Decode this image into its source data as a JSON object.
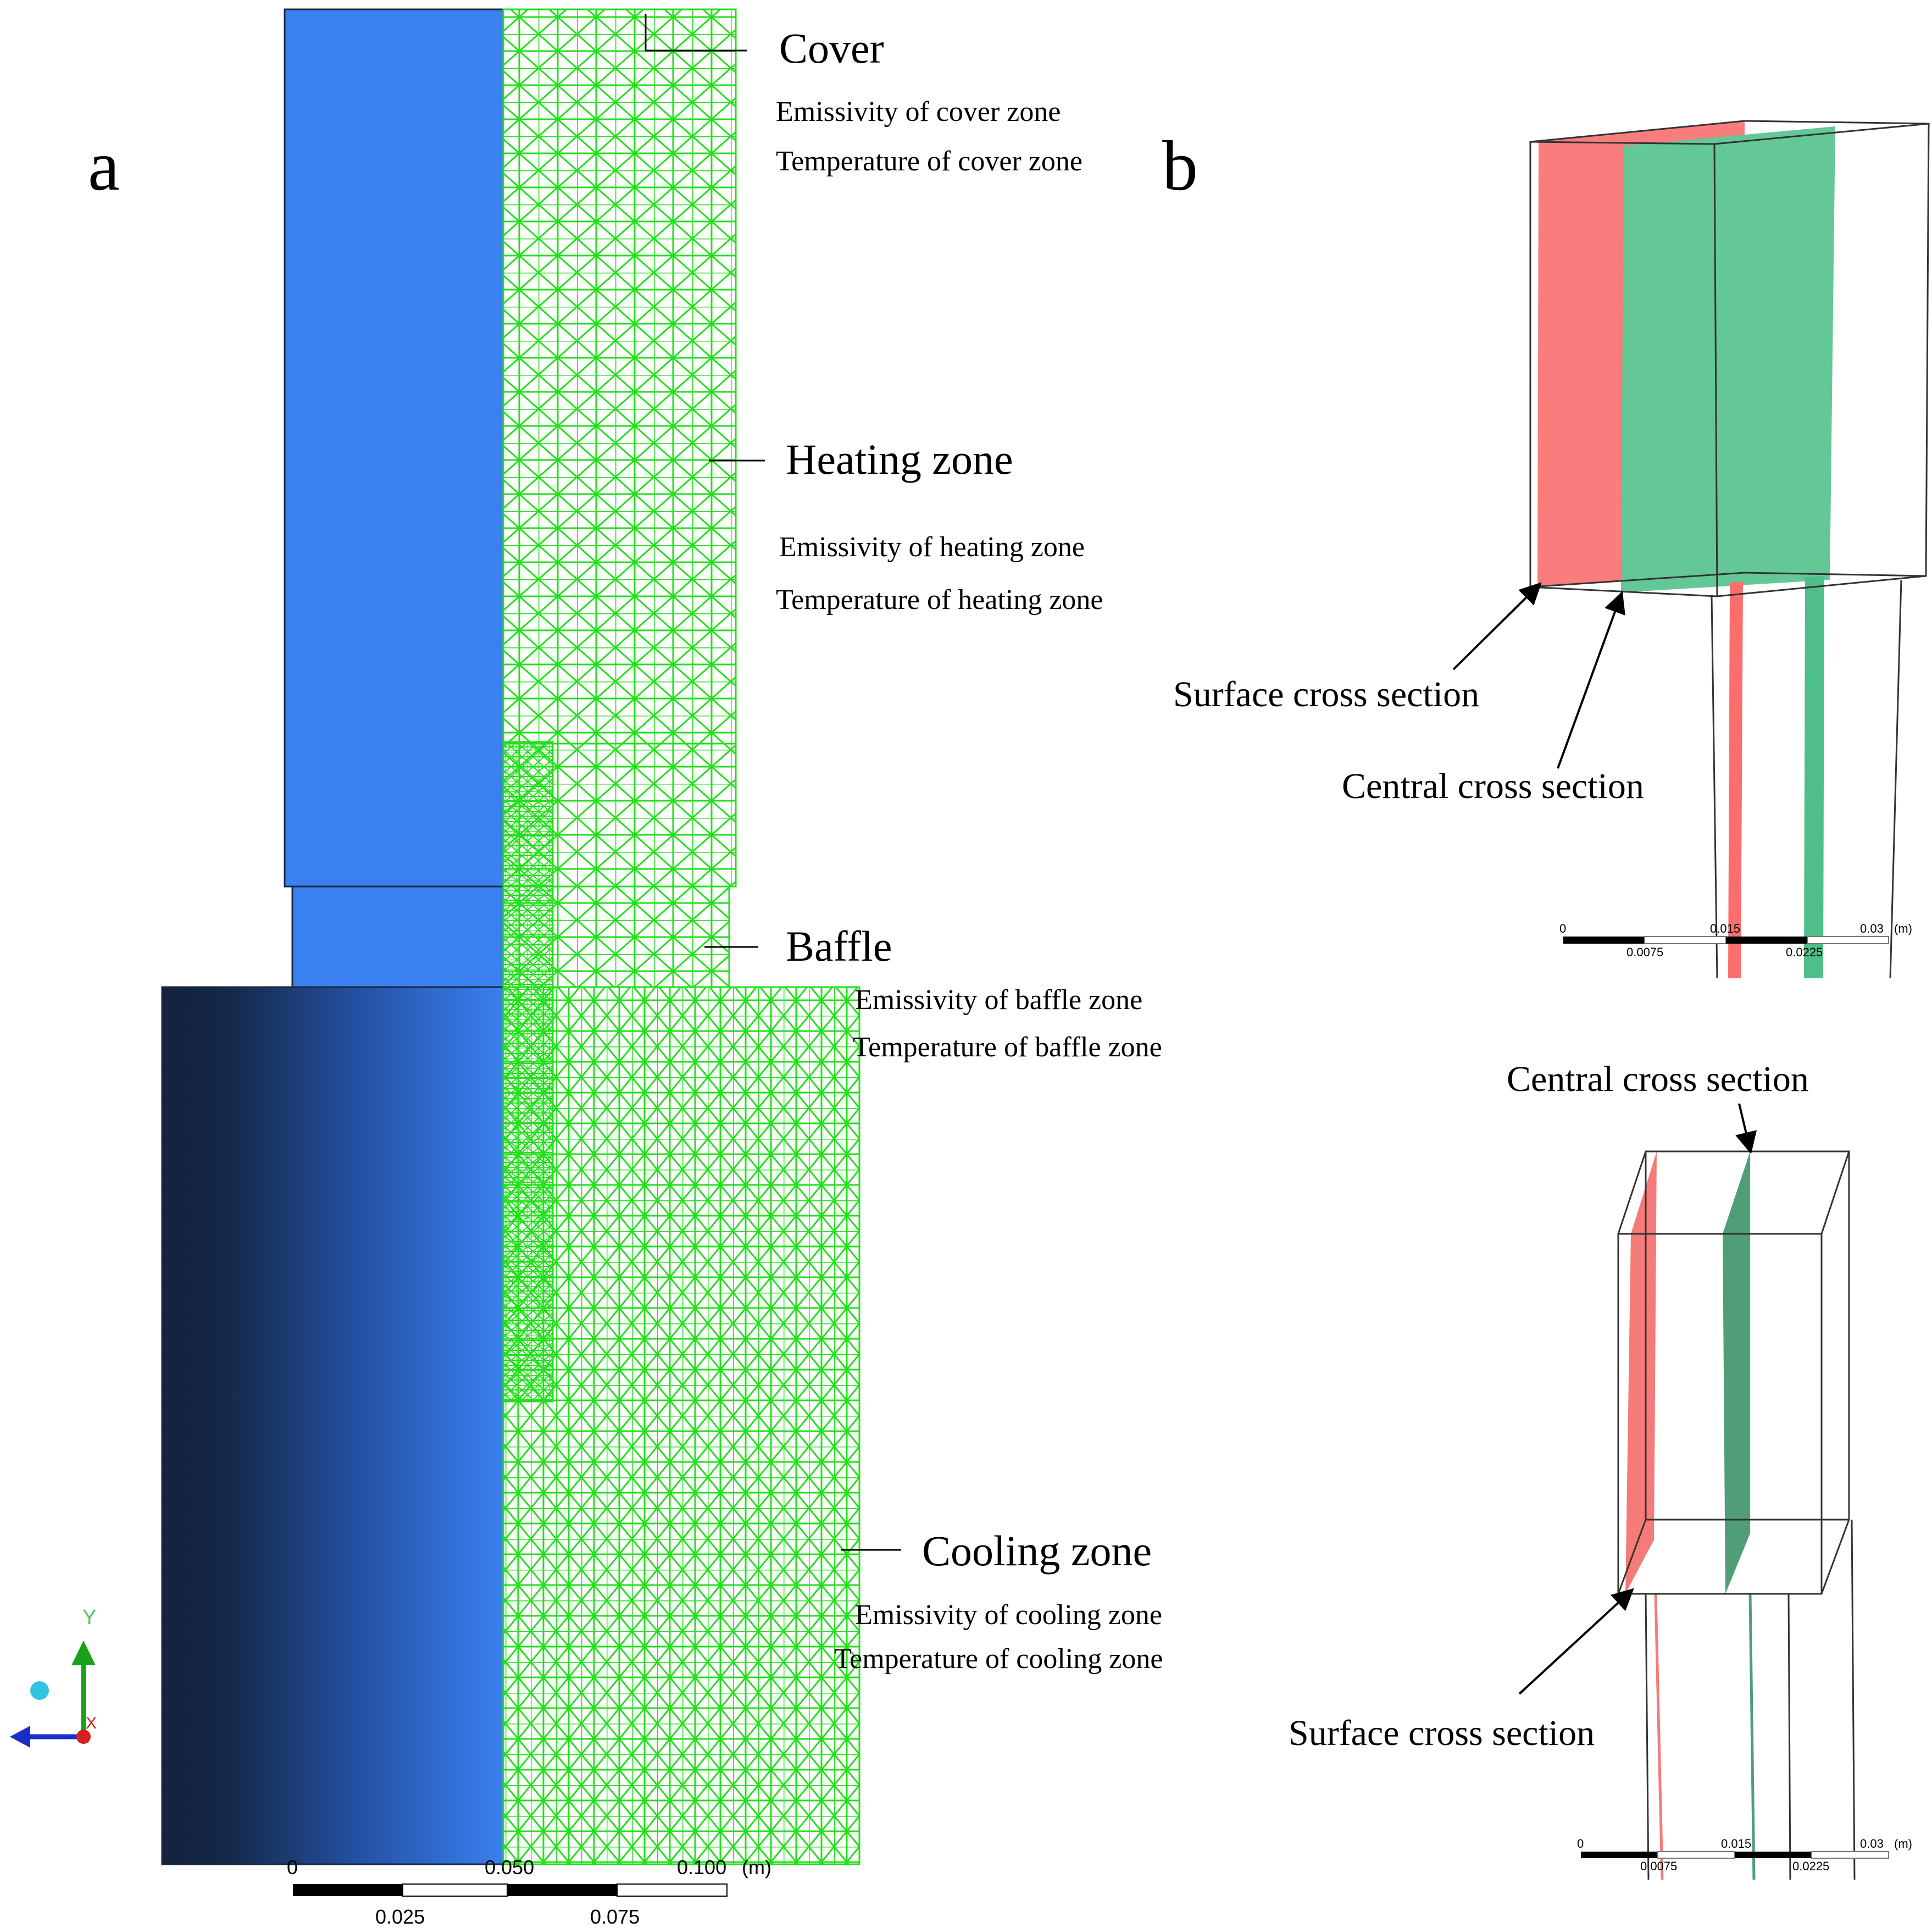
{
  "panels": {
    "a": {
      "letter": "a",
      "zones": [
        {
          "title": "Cover",
          "lines": [
            "Emissivity of cover zone",
            "Temperature of cover zone"
          ]
        },
        {
          "title": "Heating zone",
          "lines": [
            "Emissivity of heating zone",
            "Temperature of heating zone"
          ]
        },
        {
          "title": "Baffle",
          "lines": [
            "Emissivity of baffle zone",
            "Temperature of baffle zone"
          ]
        },
        {
          "title": "Cooling zone",
          "lines": [
            "Emissivity of cooling zone",
            "Temperature of cooling zone"
          ]
        }
      ],
      "scale_bar": {
        "top_labels": [
          "0",
          "0.050",
          "0.100"
        ],
        "unit": "(m)",
        "bottom_labels": [
          "0.025",
          "0.075"
        ]
      },
      "triad": {
        "y_label": "Y",
        "x_label": "X"
      },
      "colors": {
        "body_blue": "#3a80f0",
        "body_dark": "#13233f",
        "mesh_green": "#22e01a"
      }
    },
    "b": {
      "letter": "b",
      "labels": {
        "top_surface": "Surface cross section",
        "top_central": "Central cross section",
        "bottom_central": "Central cross section",
        "bottom_surface": "Surface cross section"
      },
      "scale_bar": {
        "top_labels": [
          "0",
          "0.015",
          "0.03"
        ],
        "unit": "(m)",
        "bottom_labels": [
          "0.0075",
          "0.0225"
        ]
      },
      "colors": {
        "surface_plane": "#fa6e6e",
        "central_plane": "#4fbf8a"
      }
    }
  }
}
